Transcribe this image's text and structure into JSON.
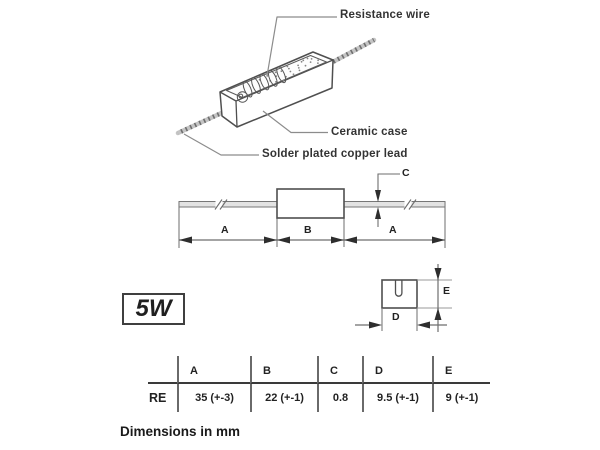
{
  "colors": {
    "background": "#ffffff",
    "line_dark": "#4f4f4f",
    "line_light": "#9a9a9a",
    "lead_fill": "#c8c8c8",
    "arrow": "#2e2e2e",
    "text": "#333333"
  },
  "figure_3d": {
    "label_resistance_wire": "Resistance wire",
    "label_ceramic_case": "Ceramic case",
    "label_copper_lead": "Solder plated copper lead"
  },
  "dimension_view": {
    "label_a_left": "A",
    "label_b": "B",
    "label_a_right": "A",
    "label_c": "C"
  },
  "end_view": {
    "label_d": "D",
    "label_e": "E"
  },
  "power_rating": "5W",
  "table": {
    "row_label": "RE",
    "columns": [
      "A",
      "B",
      "C",
      "D",
      "E"
    ],
    "values": [
      "35 (+-3)",
      "22 (+-1)",
      "0.8",
      "9.5 (+-1)",
      "9 (+-1)"
    ]
  },
  "footnote": "Dimensions in mm"
}
